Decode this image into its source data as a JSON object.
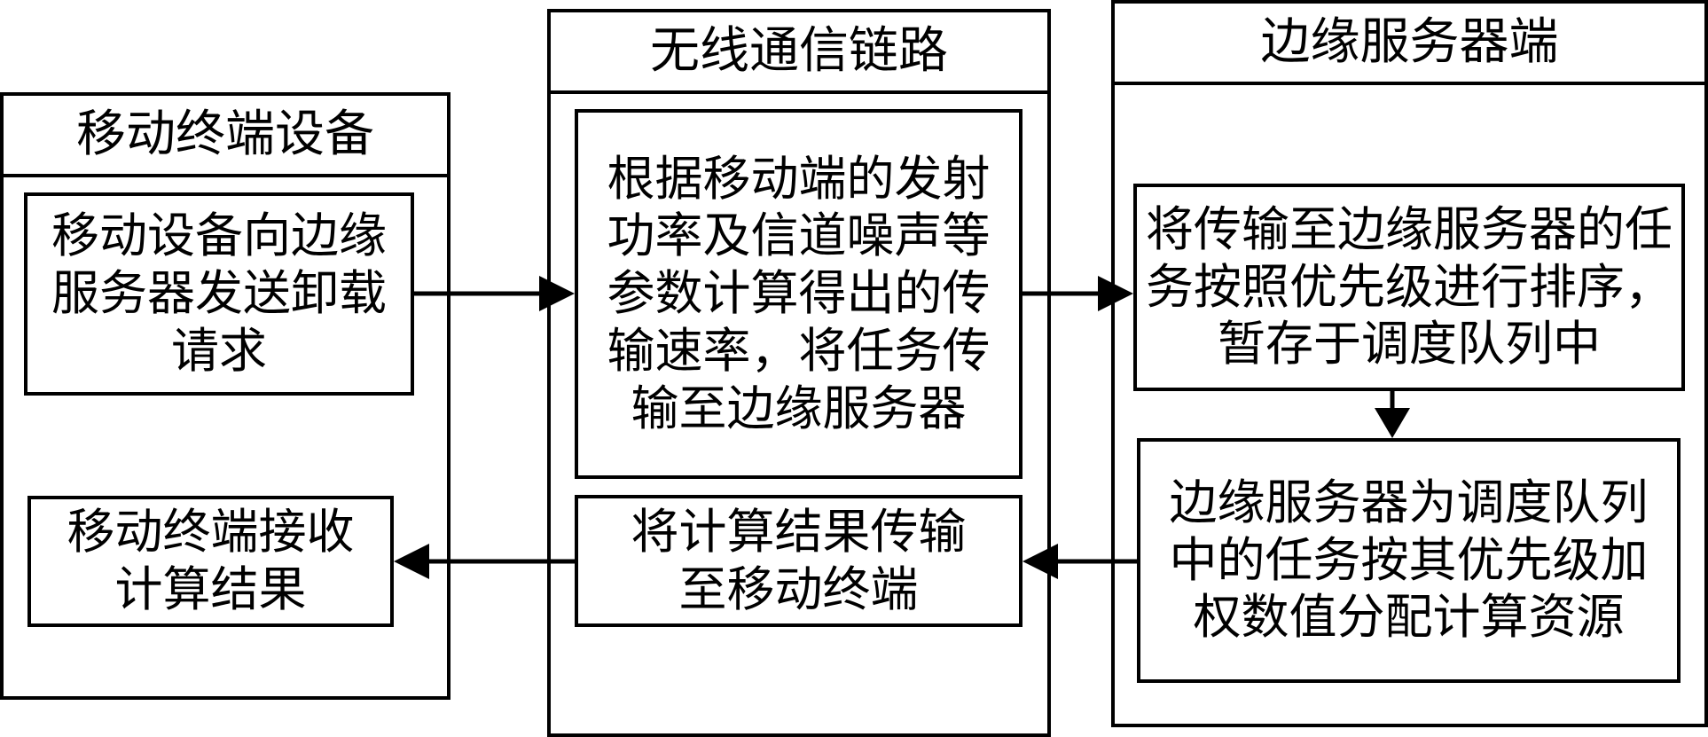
{
  "lanes": {
    "mobile": {
      "title": "移动终端设备"
    },
    "wireless": {
      "title": "无线通信链路"
    },
    "edge": {
      "title": "边缘服务器端"
    }
  },
  "boxes": {
    "send_request": "移动设备向边缘服务器发送卸载请求",
    "receive_result": "移动终端接收计算结果",
    "compute_rate": "根据移动端的发射功率及信道噪声等参数计算得出的传输速率，将任务传输至边缘服务器",
    "return_result": "将计算结果传输至移动终端",
    "sort_queue": "将传输至边缘服务器的任务按照优先级进行排序，暂存于调度队列中",
    "allocate": "边缘服务器为调度队列中的任务按其优先级加权数值分配计算资源"
  }
}
